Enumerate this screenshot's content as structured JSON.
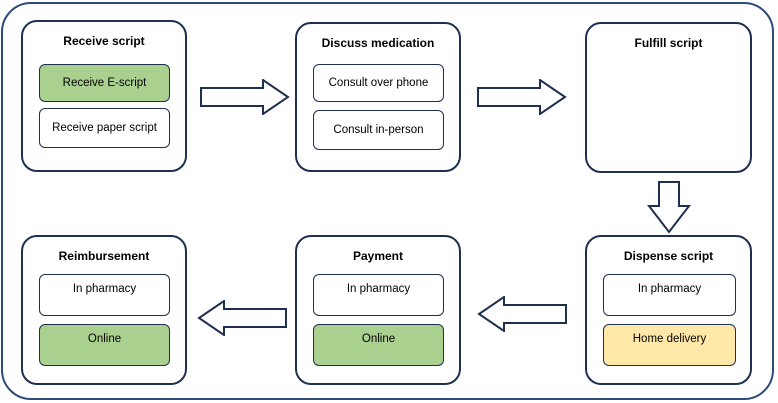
{
  "colors": {
    "frame": "#2f4a7a",
    "border": "#1f2f50",
    "option_fill": "#ffffff",
    "option_fill_green": "#a9d08e",
    "option_fill_yellow": "#ffe8a8"
  },
  "icons": [
    "right-arrow-icon",
    "down-arrow-icon",
    "left-arrow-icon"
  ],
  "steps": {
    "receive": {
      "title": "Receive script",
      "options": [
        {
          "label": "Receive E-script",
          "highlight": "green"
        },
        {
          "label": "Receive paper script",
          "highlight": "none"
        }
      ]
    },
    "discuss": {
      "title": "Discuss medication",
      "options": [
        {
          "label": "Consult over phone",
          "highlight": "none"
        },
        {
          "label": "Consult in-person",
          "highlight": "none"
        }
      ]
    },
    "fulfill": {
      "title": "Fulfill script",
      "options": []
    },
    "dispense": {
      "title": "Dispense script",
      "options": [
        {
          "label": "In pharmacy",
          "highlight": "none"
        },
        {
          "label": "Home delivery",
          "highlight": "yellow"
        }
      ]
    },
    "payment": {
      "title": "Payment",
      "options": [
        {
          "label": "In pharmacy",
          "highlight": "none"
        },
        {
          "label": "Online",
          "highlight": "green"
        }
      ]
    },
    "reimbursement": {
      "title": "Reimbursement",
      "options": [
        {
          "label": "In pharmacy",
          "highlight": "none"
        },
        {
          "label": "Online",
          "highlight": "green"
        }
      ]
    }
  }
}
